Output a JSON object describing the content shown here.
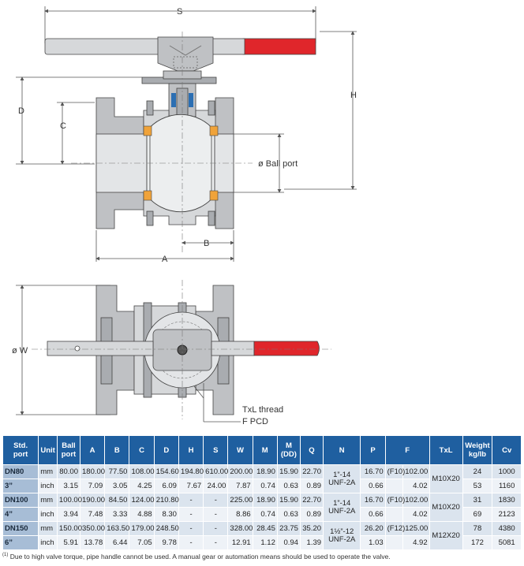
{
  "drawing": {
    "dims": {
      "S": "S",
      "H": "H",
      "D": "D",
      "C": "C",
      "B": "B",
      "A": "A",
      "W": "ø W"
    },
    "labels": {
      "ball_port": "ø Ball port",
      "txl_thread": "TxL thread",
      "f_pcd": "F PCD"
    },
    "colors": {
      "handle_grip": "#e0262b",
      "seat": "#f0a33a",
      "body": "#bfc1c4",
      "header": "#1f5fa0"
    }
  },
  "table": {
    "headers": {
      "std_port": [
        "Std.",
        "port"
      ],
      "unit": "Unit",
      "ball_port": [
        "Ball",
        "port"
      ],
      "A": "A",
      "B": "B",
      "C": "C",
      "D": "D",
      "H": "H",
      "S": "S",
      "W": "W",
      "M": "M",
      "M_DD": [
        "M",
        "(DD)"
      ],
      "Q": "Q",
      "N": "N",
      "P": "P",
      "F": "F",
      "TxL": "TxL",
      "weight": [
        "Weight",
        "kg/lb"
      ],
      "Cv": "Cv"
    },
    "rows": [
      {
        "label": "DN80",
        "unit": "mm",
        "ball": "80.00",
        "A": "180.00",
        "B": "77.50",
        "C": "108.00",
        "D": "154.60",
        "H": "194.80",
        "S": "610.00",
        "W": "200.00",
        "M": "18.90",
        "MDD": "15.90",
        "Q": "22.70",
        "P": "16.70",
        "Fcode": "(F10)",
        "F": "102.00",
        "weight": "24",
        "cv": "1000"
      },
      {
        "label": "3”",
        "unit": "inch",
        "ball": "3.15",
        "A": "7.09",
        "B": "3.05",
        "C": "4.25",
        "D": "6.09",
        "H": "7.67",
        "S": "24.00",
        "W": "7.87",
        "M": "0.74",
        "MDD": "0.63",
        "Q": "0.89",
        "P": "0.66",
        "Fcode": "",
        "F": "4.02",
        "weight": "53",
        "cv": "1160"
      },
      {
        "label": "DN100",
        "unit": "mm",
        "ball": "100.00",
        "A": "190.00",
        "B": "84.50",
        "C": "124.00",
        "D": "210.80",
        "H": "-",
        "S": "-",
        "W": "225.00",
        "M": "18.90",
        "MDD": "15.90",
        "Q": "22.70",
        "P": "16.70",
        "Fcode": "(F10)",
        "F": "102.00",
        "weight": "31",
        "cv": "1830"
      },
      {
        "label": "4”",
        "unit": "inch",
        "ball": "3.94",
        "A": "7.48",
        "B": "3.33",
        "C": "4.88",
        "D": "8.30",
        "H": "-",
        "S": "-",
        "W": "8.86",
        "M": "0.74",
        "MDD": "0.63",
        "Q": "0.89",
        "P": "0.66",
        "Fcode": "",
        "F": "4.02",
        "weight": "69",
        "cv": "2123"
      },
      {
        "label": "DN150",
        "unit": "mm",
        "ball": "150.00",
        "A": "350.00",
        "B": "163.50",
        "C": "179.00",
        "D": "248.50",
        "H": "-",
        "S": "-",
        "W": "328.00",
        "M": "28.45",
        "MDD": "23.75",
        "Q": "35.20",
        "P": "26.20",
        "Fcode": "(F12)",
        "F": "125.00",
        "weight": "78",
        "cv": "4380"
      },
      {
        "label": "6”",
        "unit": "inch",
        "ball": "5.91",
        "A": "13.78",
        "B": "6.44",
        "C": "7.05",
        "D": "9.78",
        "H": "-",
        "S": "-",
        "W": "12.91",
        "M": "1.12",
        "MDD": "0.94",
        "Q": "1.39",
        "P": "1.03",
        "Fcode": "",
        "F": "4.92",
        "weight": "172",
        "cv": "5081"
      }
    ],
    "merged": {
      "N1": [
        "1”-14",
        "UNF-2A"
      ],
      "N2": [
        "1”-14",
        "UNF-2A"
      ],
      "N3": [
        "1½”-12",
        "UNF-2A"
      ],
      "TxL1": "M10X20",
      "TxL2": "M10X20",
      "TxL3": "M12X20"
    }
  },
  "footnote": {
    "mark": "(1)",
    "text": " Due to high valve torque, pipe handle cannot be used. A manual gear or automation means should be used to operate the valve."
  }
}
